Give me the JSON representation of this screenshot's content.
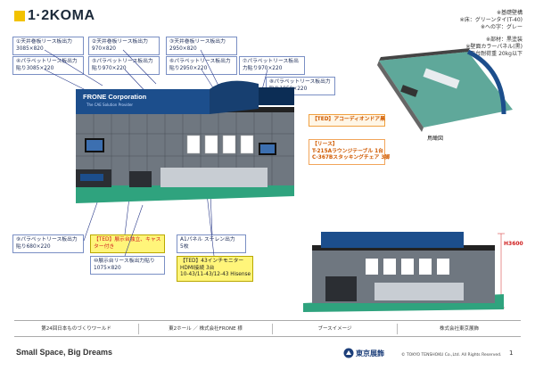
{
  "header": {
    "logo_text": "1·2KOMA"
  },
  "spec_lines": [
    "※基礎壁構",
    "※床：グリーンタイ(T-40)",
    "※への字：グレー",
    "",
    "※部材：黒塗装",
    "※壁面カラーパネル(黒)",
    "※展示台耐荷重 20kg以下"
  ],
  "callouts": {
    "c1_title": "①天井巻板リース板出力",
    "c1_size": "3085×820",
    "c2_title": "②天井巻板リース板出力",
    "c2_size": "970×820",
    "c3_title": "③天井巻板リース板出力",
    "c3_size": "2950×820",
    "c4_title": "④パラペットリース板出力",
    "c4_size": "貼り3085×220",
    "c5_title": "⑤パラペットリース板出力",
    "c5_size": "貼り970×220",
    "c6_title": "⑥パラペットリース板出力",
    "c6_size": "貼り2950×220",
    "c7_title": "⑦パラペットリース板出",
    "c7_size": "力貼り970×220",
    "c8_title": "⑧パラペットリース板出力",
    "c8_size": "貼り1950×220",
    "c9_title": "⑨パラペットリース板出力",
    "c9_size": "貼り680×220",
    "c10_title": "⑩展示台リース板出力貼り",
    "c10_size": "1075×820",
    "ted_door": "【TED】アコーディオンドア黒",
    "lease_title": "【リース】",
    "lease_line1": "T-215Aラウンジテーブル 1台",
    "lease_line2": "C-367Bスタッキングチェア 3脚",
    "ted_stand": "【TED】展示台独立、キャス",
    "ted_stand2": "ター付き",
    "a1_panel": "A1パネル スチレン出力",
    "a1_count": "5枚",
    "ted_monitor": "【TED】43インチモニター",
    "hdmi": "HDMI接続 3台",
    "monitor_models": "10-43/11-43/12-43 Hisense"
  },
  "booth": {
    "banner_text": "FRONE Corporation",
    "banner_sub": "The CAE Solution Provider"
  },
  "labels": {
    "bird_view": "鳥瞰図",
    "height": "H3600"
  },
  "footer": {
    "cells": [
      "第24回日本ものづくりワールド",
      "東2ホール ／ 株式会社FRONE 様",
      "ブースイメージ",
      "株式会社東京展飾"
    ],
    "tagline": "Small Space, Big Dreams",
    "company": "東京展飾",
    "copyright": "© TOKYO TENSHOKU Co.,Ltd. All Rights Reserved.",
    "page": "1"
  },
  "colors": {
    "accent_yellow": "#f2c200",
    "booth_floor": "#2fa37e",
    "banner_blue": "#1c4e8c",
    "callout_border": "#7a8fc4"
  }
}
